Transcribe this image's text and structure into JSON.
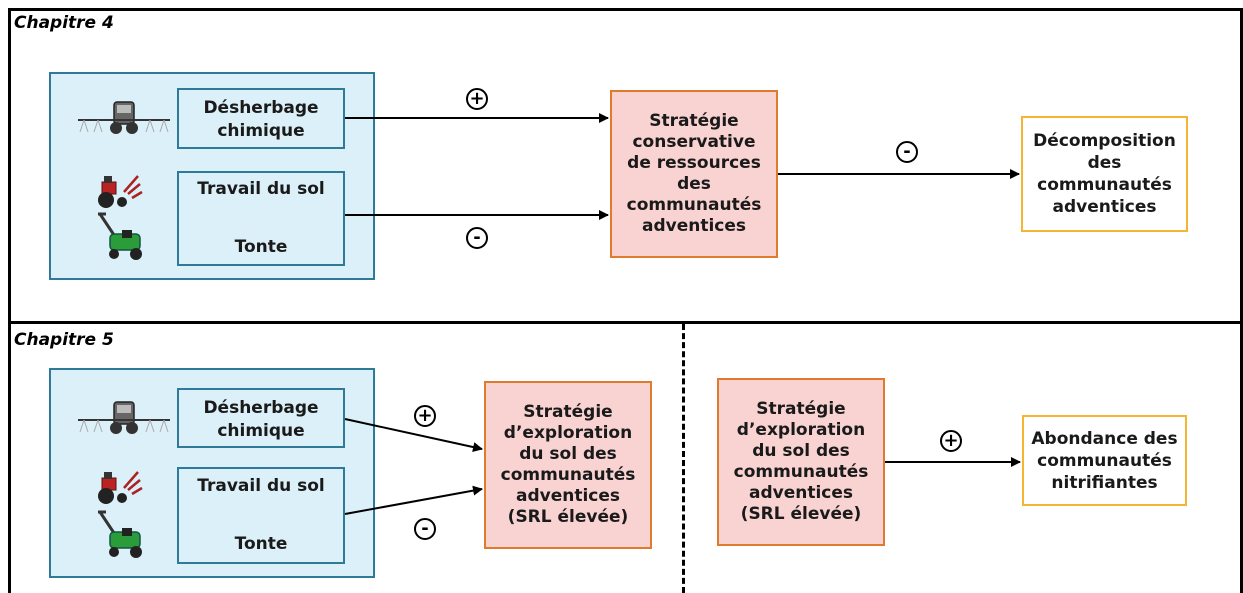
{
  "chapter4": {
    "title": "Chapitre 4",
    "inputs": [
      {
        "lines": [
          "Désherbage",
          "chimique"
        ]
      },
      {
        "lines": [
          "Travail du sol",
          "",
          "Tonte"
        ]
      }
    ],
    "strategy": [
      "Stratégie",
      "conservative",
      "de ressources",
      "des",
      "communautés",
      "adventices"
    ],
    "output": [
      "Décomposition",
      "des",
      "communautés",
      "adventices"
    ],
    "signs": {
      "herbicide": "+",
      "tillage": "-",
      "output": "-"
    }
  },
  "chapter5": {
    "title": "Chapitre 5",
    "inputs": [
      {
        "lines": [
          "Désherbage",
          "chimique"
        ]
      },
      {
        "lines": [
          "Travail du sol",
          "",
          "Tonte"
        ]
      }
    ],
    "strategy_left": [
      "Stratégie",
      "d’exploration",
      "du sol des",
      "communautés",
      "adventices",
      "(SRL élevée)"
    ],
    "strategy_right": [
      "Stratégie",
      "d’exploration",
      "du sol des",
      "communautés",
      "adventices",
      "(SRL élevée)"
    ],
    "output": [
      "Abondance des",
      "communautés",
      "nitrifiantes"
    ],
    "signs": {
      "herbicide": "+",
      "tillage": "-",
      "output": "+"
    }
  },
  "icons": [
    "sprayer-icon",
    "tractor-tiller-icon",
    "lawn-mower-icon"
  ],
  "colors": {
    "group_fill": "#dcf0f9",
    "group_border": "#2e7a98",
    "strategy_fill": "#f9d2d2",
    "strategy_border": "#e07b2e",
    "output_border": "#f5b532"
  }
}
